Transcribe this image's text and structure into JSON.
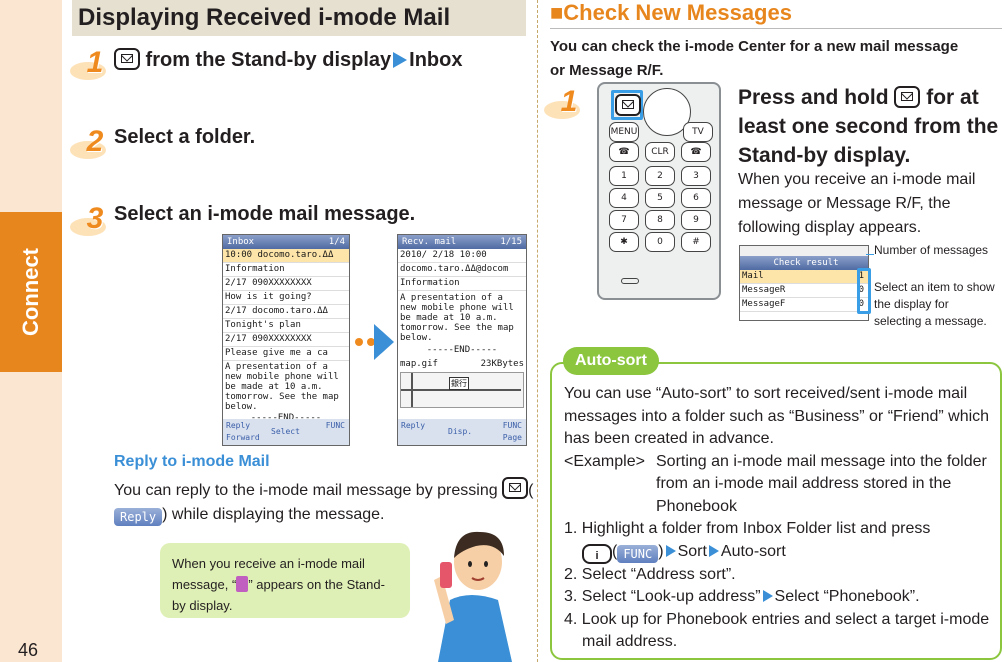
{
  "page": {
    "number": "46",
    "side_tab": "Connect",
    "section_title": "Displaying Received i-mode Mail"
  },
  "steps": [
    {
      "num": "1",
      "text_after_key": " from the Stand-by display",
      "target": "Inbox"
    },
    {
      "num": "2",
      "text": "Select a folder."
    },
    {
      "num": "3",
      "text": "Select an i-mode mail message."
    }
  ],
  "inbox_screen": {
    "title": "Inbox",
    "counter": "1/4",
    "rows": [
      "10:00 docomo.taro.ΔΔ",
      "Information",
      "2/17 090XXXXXXXX",
      "How is it going?",
      "2/17 docomo.taro.ΔΔ",
      "Tonight's plan",
      "2/17 090XXXXXXXX",
      "Please give me a ca"
    ],
    "preview": "A presentation of a new mobile phone will be made at 10 a.m. tomorrow. See the map below.",
    "end": "-----END-----",
    "softkeys": [
      "Reply",
      "Forward",
      "Select",
      "FUNC"
    ]
  },
  "message_screen": {
    "title": "Recv. mail",
    "counter": "1/15",
    "rows": [
      "2010/ 2/18 10:00",
      "docomo.taro.ΔΔ@docom",
      "Information"
    ],
    "body": "A presentation of a new mobile phone will be made at 10 a.m. tomorrow. See the map below.",
    "end": "-----END-----",
    "attachment": "map.gif",
    "size": "23KBytes",
    "map_label": "銀行",
    "softkeys": [
      "Reply",
      "Disp.",
      "FUNC",
      "Page"
    ]
  },
  "reply": {
    "title": "Reply to i-mode Mail",
    "text_before": "You can reply to the i-mode mail message by pressing ",
    "softkey": "Reply",
    "text_after": ") while displaying the message."
  },
  "note": {
    "part1": "When you receive an i-mode mail message, “",
    "part2": "” appears on the Stand-by display."
  },
  "check": {
    "title": "■Check New Messages",
    "intro": "You can check the i-mode Center for a new mail message or Message R/F.",
    "step_num": "1",
    "step_before": "Press and hold ",
    "step_after": " for at least one second from the Stand-by display.",
    "step_sub": "When you receive an i-mode mail message or Message R/F, the following display appears.",
    "screen_title": "Check result",
    "screen_rows": [
      "Mail",
      "MessageR",
      "MessageF"
    ],
    "screen_counts": [
      "1",
      "0",
      "0"
    ],
    "annotation_1": "Number of messages",
    "annotation_2": "Select an item to show the display for selecting a message."
  },
  "autosort": {
    "tag": "Auto-sort",
    "intro": "You can use “Auto-sort” to sort received/sent i-mode mail messages into a folder such as “Business” or “Friend” which has been created in advance.",
    "example_label": "<Example>",
    "example_text": "Sorting an i-mode mail message into the folder from an i-mode mail address stored in the Phonebook",
    "step1_a": "1. Highlight a folder from Inbox Folder list and press",
    "step1_key": "i",
    "step1_softkey": "FUNC",
    "step1_b": "Sort",
    "step1_c": "Auto-sort",
    "step2": "2. Select “Address sort”.",
    "step3_a": "3. Select “Look-up address”",
    "step3_b": "Select “Phonebook”.",
    "step4": "4. Look up for Phonebook entries and select a target i-mode mail address."
  },
  "colors": {
    "accent_orange": "#e8861e",
    "accent_blue": "#3a8fd6",
    "accent_green": "#8cc63f",
    "title_bg": "#e5e0d0"
  }
}
